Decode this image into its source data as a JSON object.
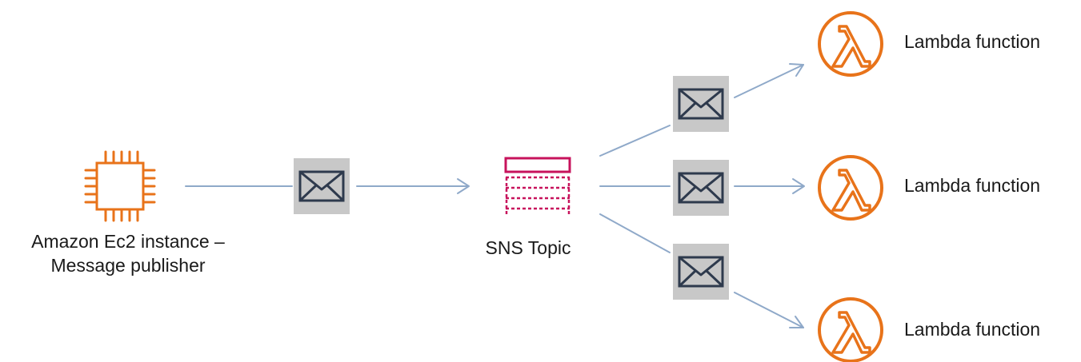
{
  "publisher": {
    "label_line1": "Amazon Ec2 instance –",
    "label_line2": "Message publisher",
    "icon": "ec2-chip-icon",
    "color": "#E8731A"
  },
  "topic": {
    "label": "SNS Topic",
    "icon": "sns-topic-icon",
    "color": "#C7135C"
  },
  "subscribers": [
    {
      "label": "Lambda function",
      "icon": "lambda-icon"
    },
    {
      "label": "Lambda function",
      "icon": "lambda-icon"
    },
    {
      "label": "Lambda function",
      "icon": "lambda-icon"
    }
  ],
  "message_icon": "envelope-icon",
  "colors": {
    "lambda": "#E8731A",
    "arrow": "#8FA9C9",
    "envelope_bg": "#C8C8C8",
    "envelope_stroke": "#2E3A4D"
  }
}
